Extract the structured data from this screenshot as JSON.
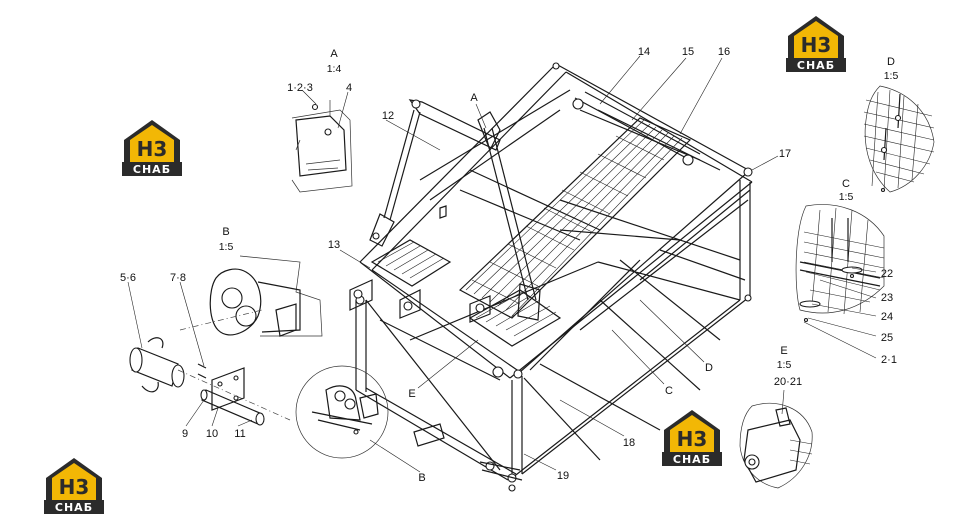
{
  "colors": {
    "logo_yellow": "#f2b705",
    "logo_dark": "#2b2b2b",
    "line": "#1a1a1a"
  },
  "logo": {
    "text_top": "Н3",
    "text_bottom": "СНАБ",
    "icon": "house-logo-icon"
  },
  "details": {
    "A": {
      "letter": "A",
      "scale": "1:4"
    },
    "B": {
      "letter": "B",
      "scale": "1:5"
    },
    "C": {
      "letter": "C",
      "scale": "1:5"
    },
    "D": {
      "letter": "D",
      "scale": "1:5"
    },
    "E": {
      "letter": "E",
      "scale": "1:5"
    }
  },
  "callouts": {
    "p1_2_3": "1·2·3",
    "p4": "4",
    "p5_6": "5·6",
    "p7_8": "7·8",
    "p9": "9",
    "p10": "10",
    "p11": "11",
    "p12": "12",
    "p13": "13",
    "p14": "14",
    "p15": "15",
    "p16": "16",
    "p17": "17",
    "p18": "18",
    "p19": "19",
    "p20_21": "20·21",
    "p22": "22",
    "p23": "23",
    "p24": "24",
    "p25": "25",
    "p2_1": "2·1",
    "ref_A": "A",
    "ref_B": "B",
    "ref_C": "C",
    "ref_D": "D",
    "ref_E": "E"
  }
}
